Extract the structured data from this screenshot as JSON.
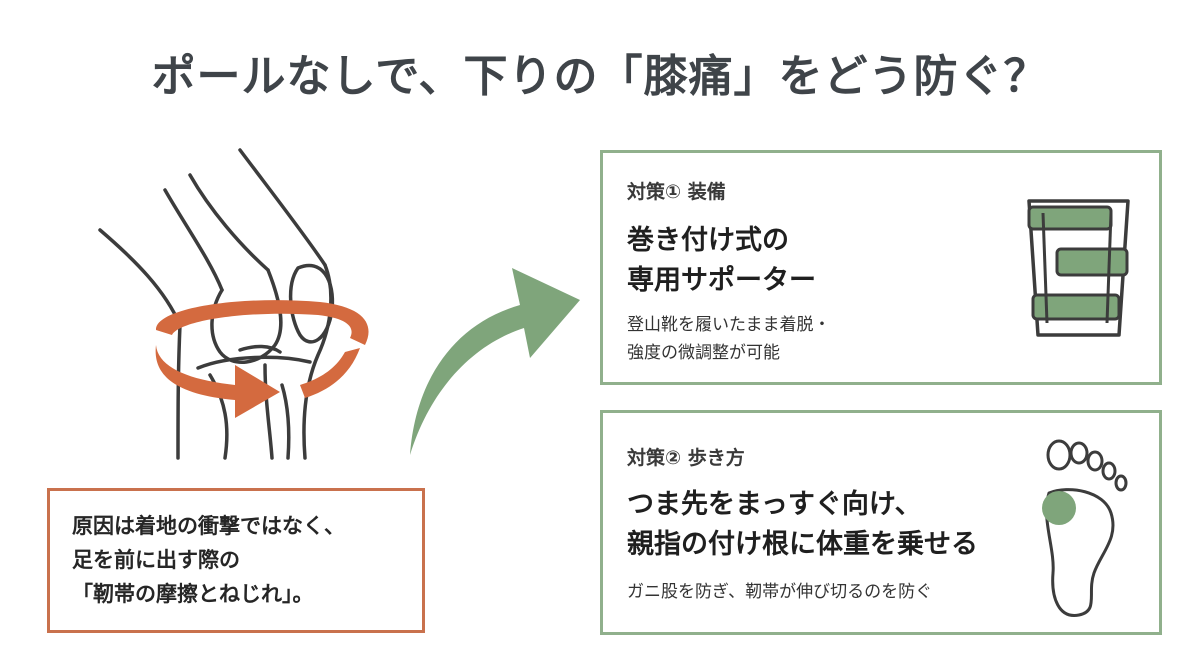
{
  "title": "ポールなしで、下りの「膝痛」をどう防ぐ？",
  "colors": {
    "accent_orange": "#c9714d",
    "arrow_orange": "#d46a3f",
    "accent_green": "#90b08c",
    "green_fill": "#7fa57b",
    "line_dark": "#3c3c3c"
  },
  "illustrations": {
    "knee": "knee-joint-icon",
    "rotation": "rotation-arrow-icon",
    "flow": "curved-arrow-icon",
    "brace": "knee-brace-icon",
    "foot": "footprint-icon"
  },
  "cause": {
    "lines": [
      "原因は着地の衝撃ではなく、",
      "足を前に出す際の",
      "「靭帯の摩擦とねじれ」。"
    ]
  },
  "measures": [
    {
      "label": "対策① 装備",
      "headline": [
        "巻き付け式の",
        "専用サポーター"
      ],
      "desc": [
        "登山靴を履いたまま着脱・",
        "強度の微調整が可能"
      ]
    },
    {
      "label": "対策② 歩き方",
      "headline": [
        "つま先をまっすぐ向け、",
        "親指の付け根に体重を乗せる"
      ],
      "desc": [
        "ガニ股を防ぎ、靭帯が伸び切るのを防ぐ"
      ]
    }
  ]
}
